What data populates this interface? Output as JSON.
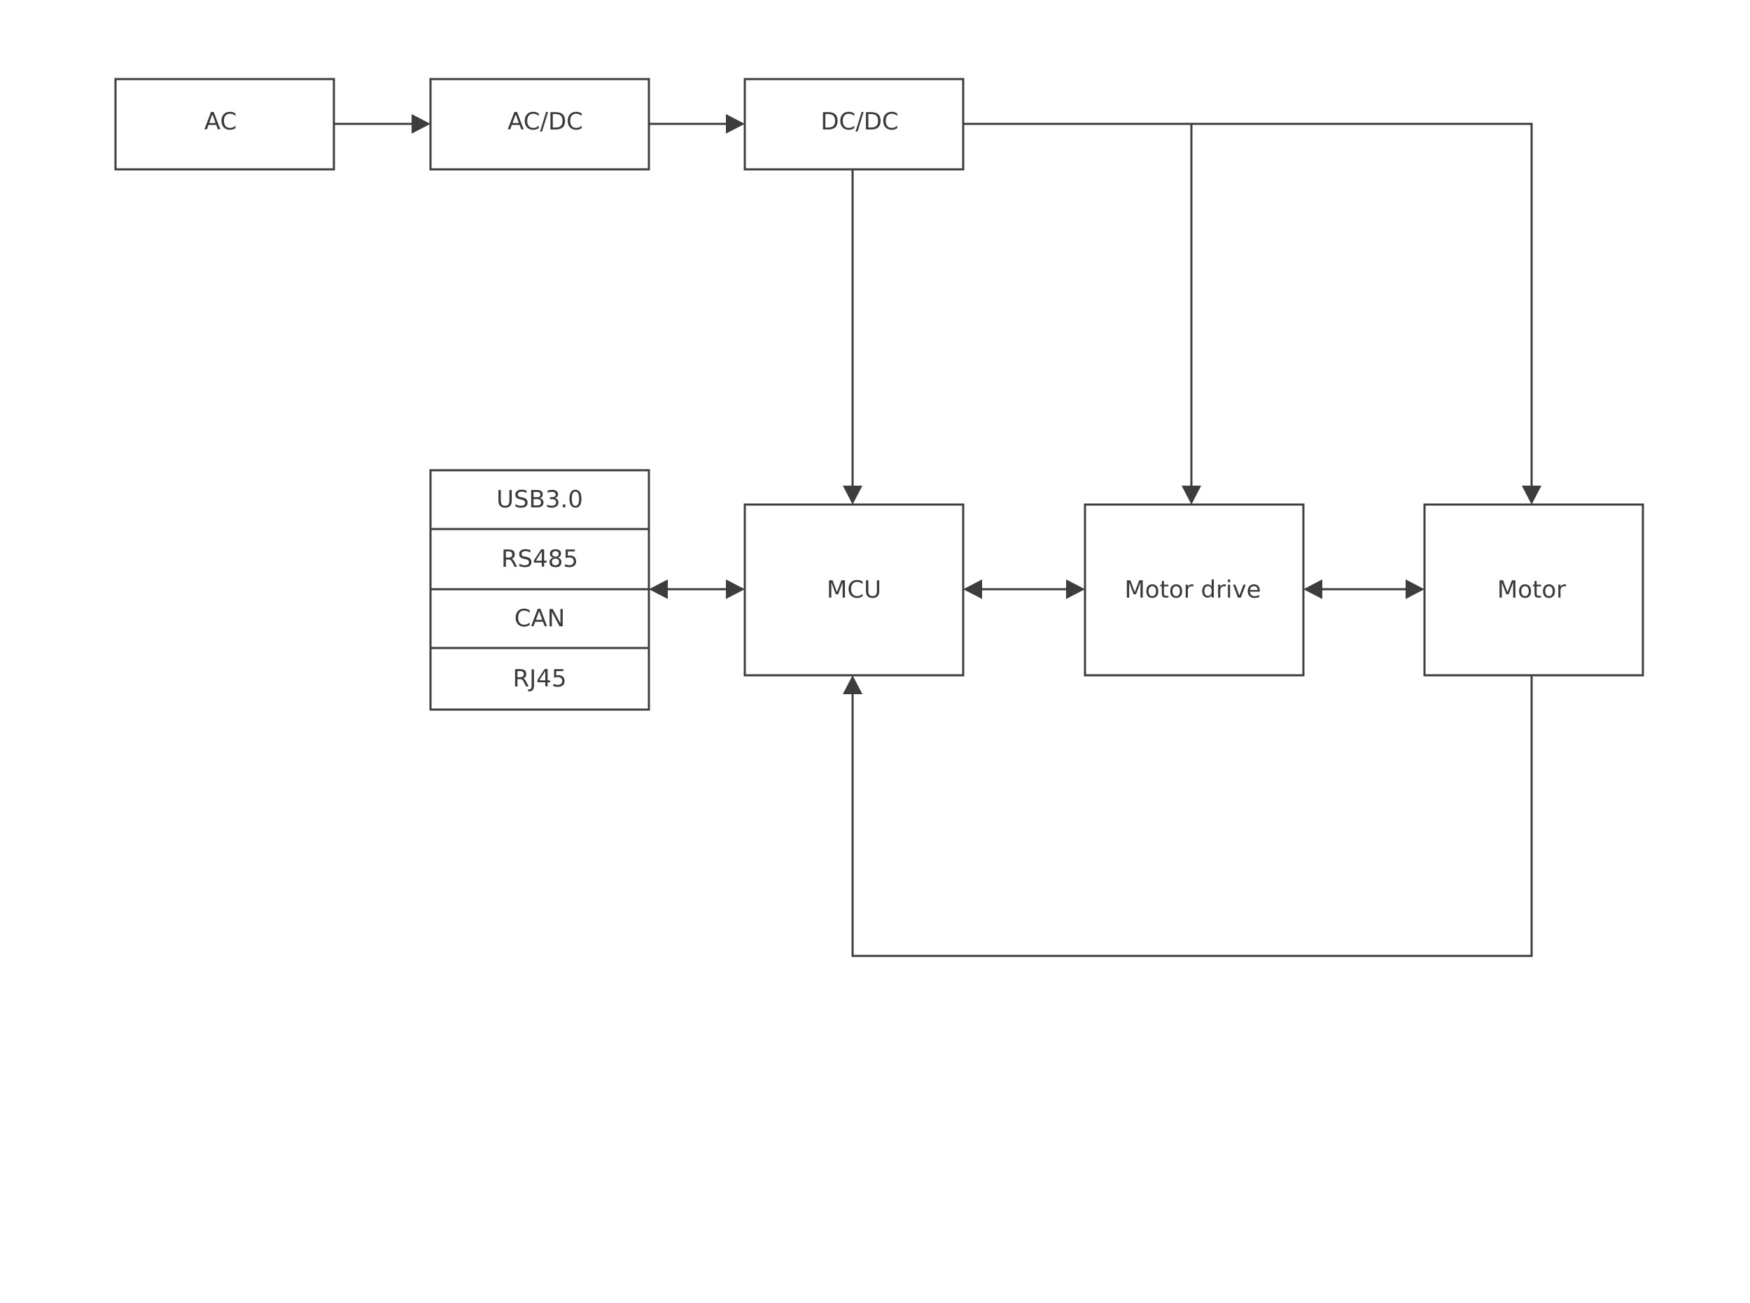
{
  "diagram": {
    "colors": {
      "stroke": "#3d3d3d",
      "text": "#3a3a3a",
      "background": "#ffffff"
    },
    "blocks": {
      "ac": "AC",
      "acdc": "AC/DC",
      "dcdc": "DC/DC",
      "mcu": "MCU",
      "motor_drive": "Motor drive",
      "motor": "Motor"
    },
    "interfaces": [
      "USB3.0",
      "RS485",
      "CAN",
      "RJ45"
    ],
    "connections": [
      {
        "from": "AC",
        "to": "AC/DC",
        "type": "one-way"
      },
      {
        "from": "AC/DC",
        "to": "DC/DC",
        "type": "one-way"
      },
      {
        "from": "DC/DC",
        "to": "MCU",
        "type": "one-way"
      },
      {
        "from": "DC/DC",
        "to": "Motor drive",
        "type": "one-way"
      },
      {
        "from": "DC/DC",
        "to": "Motor",
        "type": "one-way"
      },
      {
        "from": "Interfaces",
        "to": "MCU",
        "type": "two-way"
      },
      {
        "from": "MCU",
        "to": "Motor drive",
        "type": "two-way"
      },
      {
        "from": "Motor drive",
        "to": "Motor",
        "type": "two-way"
      },
      {
        "from": "Motor",
        "to": "MCU",
        "type": "one-way"
      }
    ]
  }
}
